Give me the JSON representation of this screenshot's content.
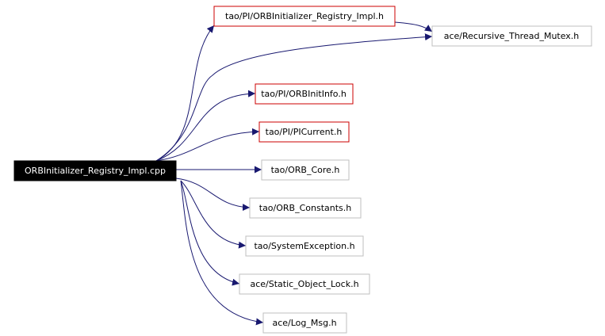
{
  "graph": {
    "source": {
      "id": "src",
      "label": "ORBInitializer_Registry_Impl.cpp",
      "fill": "#000000",
      "text_color": "#ffffff"
    },
    "style": {
      "edge_color": "#191970",
      "red_border": "#cc0000",
      "grey_border": "#bfbfbf",
      "text_color": "#000000"
    },
    "nodes": [
      {
        "id": "reg_h",
        "label": "tao/PI/ORBInitializer_Registry_Impl.h",
        "border": "red"
      },
      {
        "id": "mutex_h",
        "label": "ace/Recursive_Thread_Mutex.h",
        "border": "grey"
      },
      {
        "id": "initinfo_h",
        "label": "tao/PI/ORBInitInfo.h",
        "border": "red"
      },
      {
        "id": "picurrent_h",
        "label": "tao/PI/PICurrent.h",
        "border": "red"
      },
      {
        "id": "orbcore_h",
        "label": "tao/ORB_Core.h",
        "border": "grey"
      },
      {
        "id": "orbconst_h",
        "label": "tao/ORB_Constants.h",
        "border": "grey"
      },
      {
        "id": "sysexc_h",
        "label": "tao/SystemException.h",
        "border": "grey"
      },
      {
        "id": "staticlock_h",
        "label": "ace/Static_Object_Lock.h",
        "border": "grey"
      },
      {
        "id": "logmsg_h",
        "label": "ace/Log_Msg.h",
        "border": "grey"
      }
    ],
    "edges": [
      {
        "from": "src",
        "to": "reg_h"
      },
      {
        "from": "src",
        "to": "mutex_h"
      },
      {
        "from": "reg_h",
        "to": "mutex_h"
      },
      {
        "from": "src",
        "to": "initinfo_h"
      },
      {
        "from": "src",
        "to": "picurrent_h"
      },
      {
        "from": "src",
        "to": "orbcore_h"
      },
      {
        "from": "src",
        "to": "orbconst_h"
      },
      {
        "from": "src",
        "to": "sysexc_h"
      },
      {
        "from": "src",
        "to": "staticlock_h"
      },
      {
        "from": "src",
        "to": "logmsg_h"
      }
    ]
  }
}
